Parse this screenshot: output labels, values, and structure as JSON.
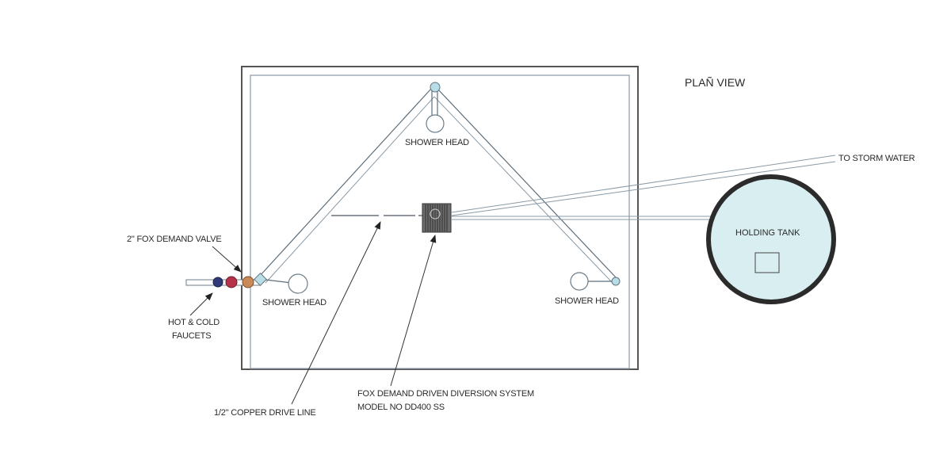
{
  "diagram": {
    "title": "PLAÑ VIEW",
    "labels": {
      "shower_head_top": "SHOWER HEAD",
      "shower_head_left": "SHOWER HEAD",
      "shower_head_right": "SHOWER HEAD",
      "storm_water": "TO STORM WATER",
      "holding_tank": "HOLDING TANK",
      "demand_valve": "2\" FOX DEMAND VALVE",
      "faucets_line1": "HOT & COLD",
      "faucets_line2": "FAUCETS",
      "drive_line": "1/2\" COPPER DRIVE LINE",
      "diversion_line1": "FOX DEMAND DRIVEN DIVERSION SYSTEM",
      "diversion_line2": "MODEL NO  DD400 SS"
    },
    "colors": {
      "tank_fill": "#d8eef0",
      "tank_ring": "#2b2b2b",
      "valve_orange": "#c98a5a",
      "valve_red": "#b5334a",
      "valve_navy": "#2e3a7a",
      "joint": "#b9dde6",
      "diverter": "#555555"
    }
  }
}
